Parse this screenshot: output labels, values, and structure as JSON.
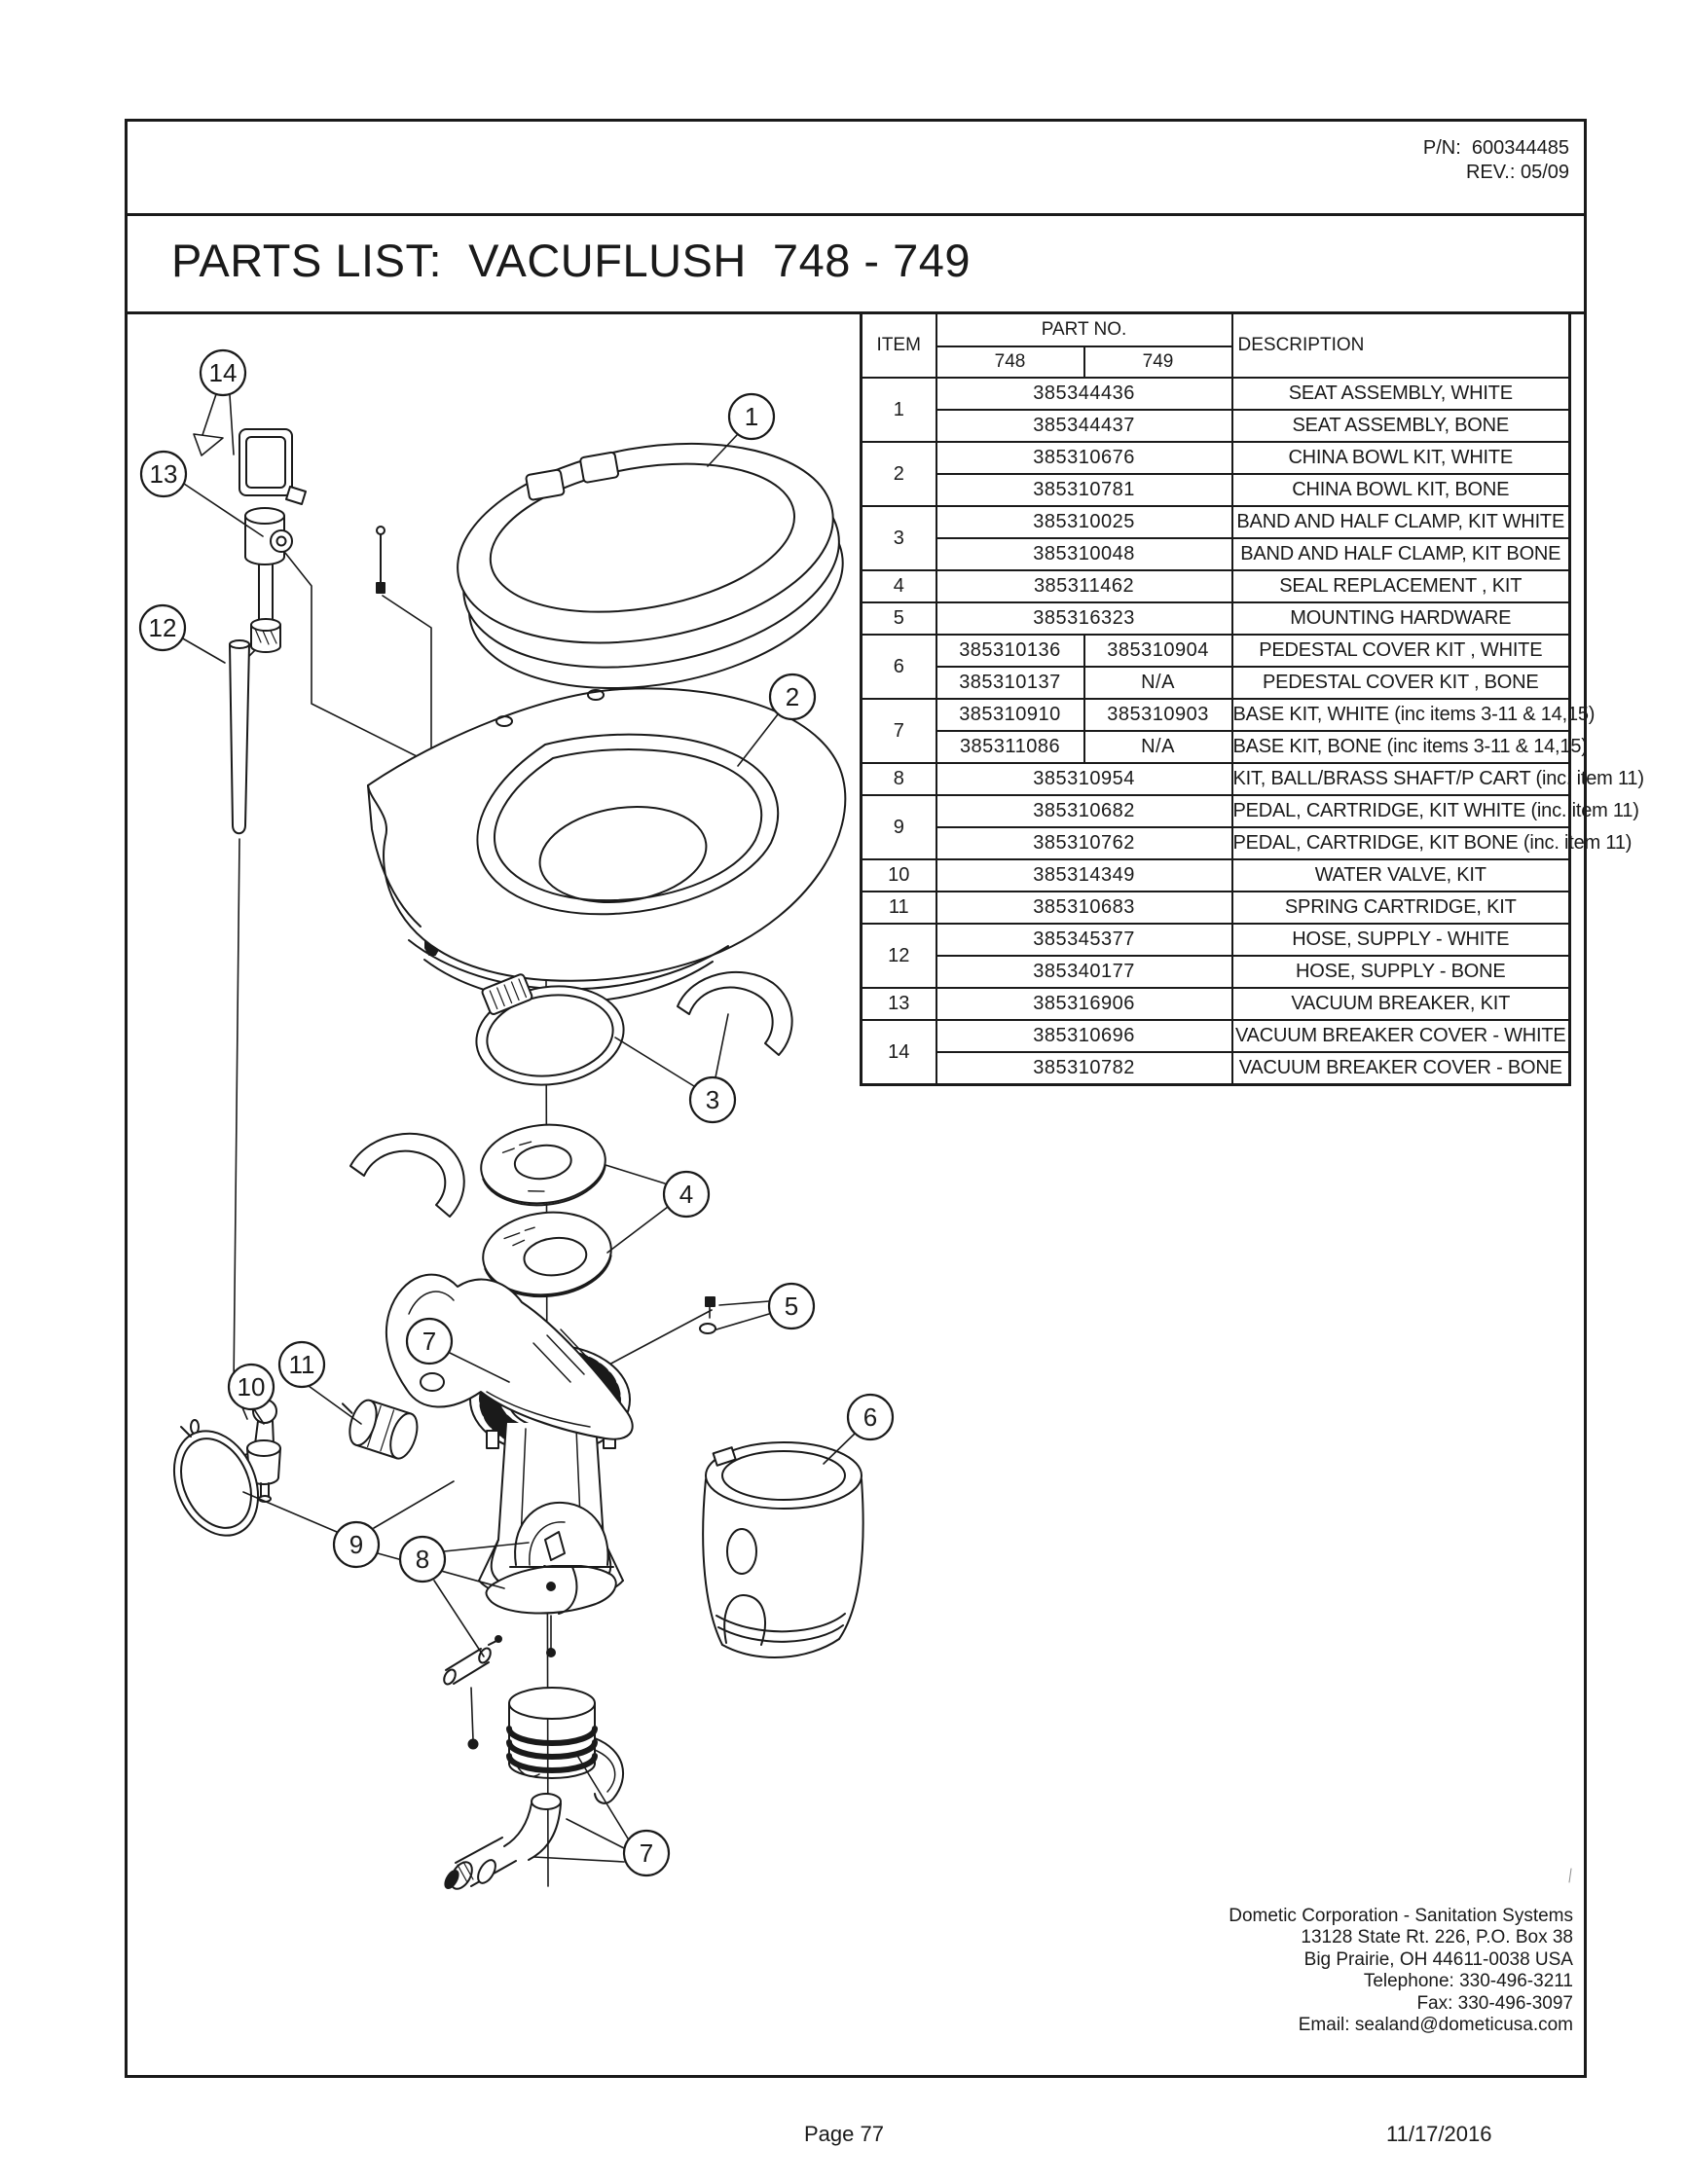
{
  "document": {
    "part_number_label": "P/N:  600344485",
    "revision_label": "REV.: 05/09",
    "title": "PARTS LIST:  VACUFLUSH  748 - 749"
  },
  "table": {
    "headers": {
      "item": "ITEM",
      "part_no": "PART NO.",
      "col_748": "748",
      "col_749": "749",
      "description": "DESCRIPTION"
    },
    "items": [
      {
        "item": "1",
        "rows": [
          {
            "parts": [
              "385344436"
            ],
            "desc": "SEAT ASSEMBLY, WHITE"
          },
          {
            "parts": [
              "385344437"
            ],
            "desc": "SEAT ASSEMBLY, BONE"
          }
        ]
      },
      {
        "item": "2",
        "rows": [
          {
            "parts": [
              "385310676"
            ],
            "desc": "CHINA BOWL KIT, WHITE"
          },
          {
            "parts": [
              "385310781"
            ],
            "desc": "CHINA BOWL KIT, BONE"
          }
        ]
      },
      {
        "item": "3",
        "rows": [
          {
            "parts": [
              "385310025"
            ],
            "desc": "BAND AND HALF CLAMP, KIT WHITE"
          },
          {
            "parts": [
              "385310048"
            ],
            "desc": "BAND AND HALF CLAMP, KIT BONE"
          }
        ]
      },
      {
        "item": "4",
        "rows": [
          {
            "parts": [
              "385311462"
            ],
            "desc": "SEAL REPLACEMENT , KIT"
          }
        ]
      },
      {
        "item": "5",
        "rows": [
          {
            "parts": [
              "385316323"
            ],
            "desc": "MOUNTING HARDWARE"
          }
        ]
      },
      {
        "item": "6",
        "rows": [
          {
            "parts": [
              "385310136",
              "385310904"
            ],
            "desc": "PEDESTAL COVER KIT , WHITE"
          },
          {
            "parts": [
              "385310137",
              "N/A"
            ],
            "desc": "PEDESTAL COVER KIT , BONE"
          }
        ]
      },
      {
        "item": "7",
        "rows": [
          {
            "parts": [
              "385310910",
              "385310903"
            ],
            "desc": "BASE KIT, WHITE (inc items 3-11 & 14,15)"
          },
          {
            "parts": [
              "385311086",
              "N/A"
            ],
            "desc": "BASE KIT, BONE (inc items 3-11 & 14,15)"
          }
        ]
      },
      {
        "item": "8",
        "rows": [
          {
            "parts": [
              "385310954"
            ],
            "desc": "KIT, BALL/BRASS SHAFT/P CART (inc. item 11)"
          }
        ]
      },
      {
        "item": "9",
        "rows": [
          {
            "parts": [
              "385310682"
            ],
            "desc": "PEDAL, CARTRIDGE, KIT  WHITE (inc. item 11)"
          },
          {
            "parts": [
              "385310762"
            ],
            "desc": "PEDAL, CARTRIDGE, KIT  BONE (inc. item 11)"
          }
        ]
      },
      {
        "item": "10",
        "rows": [
          {
            "parts": [
              "385314349"
            ],
            "desc": "WATER VALVE, KIT"
          }
        ]
      },
      {
        "item": "11",
        "rows": [
          {
            "parts": [
              "385310683"
            ],
            "desc": "SPRING CARTRIDGE, KIT"
          }
        ]
      },
      {
        "item": "12",
        "rows": [
          {
            "parts": [
              "385345377"
            ],
            "desc": "HOSE, SUPPLY - WHITE"
          },
          {
            "parts": [
              "385340177"
            ],
            "desc": "HOSE, SUPPLY - BONE"
          }
        ]
      },
      {
        "item": "13",
        "rows": [
          {
            "parts": [
              "385316906"
            ],
            "desc": "VACUUM BREAKER, KIT"
          }
        ]
      },
      {
        "item": "14",
        "rows": [
          {
            "parts": [
              "385310696"
            ],
            "desc": "VACUUM BREAKER COVER - WHITE"
          },
          {
            "parts": [
              "385310782"
            ],
            "desc": "VACUUM BREAKER COVER - BONE"
          }
        ]
      }
    ]
  },
  "diagram": {
    "callouts": {
      "c1": "1",
      "c2": "2",
      "c3": "3",
      "c4": "4",
      "c5": "5",
      "c6": "6",
      "c7": "7",
      "c8": "8",
      "c9": "9",
      "c10": "10",
      "c11": "11",
      "c12": "12",
      "c13": "13",
      "c14": "14"
    }
  },
  "footer": {
    "address": [
      "Dometic Corporation - Sanitation Systems",
      "13128 State Rt. 226, P.O. Box 38",
      "Big Prairie, OH 44611-0038 USA",
      "Telephone: 330-496-3211",
      "Fax: 330-496-3097",
      "Email: sealand@dometicusa.com"
    ],
    "page_label": "Page 77",
    "date": "11/17/2016"
  },
  "colors": {
    "ink": "#1a1a1a",
    "paper": "#ffffff"
  }
}
